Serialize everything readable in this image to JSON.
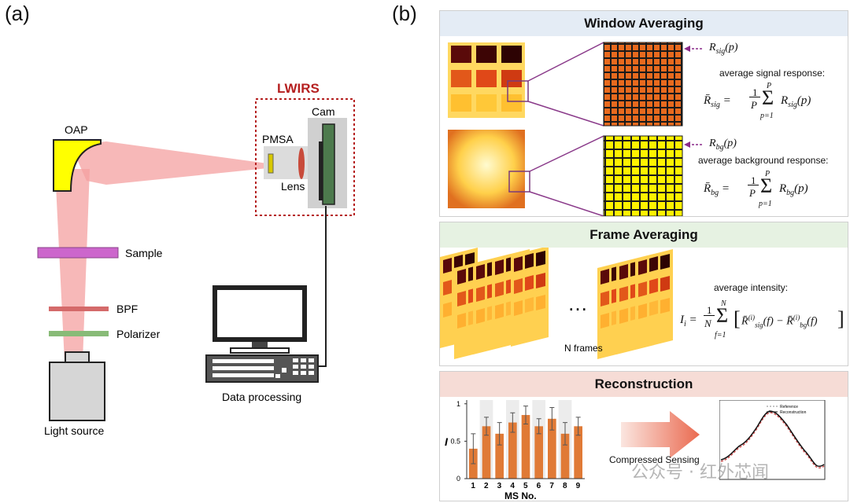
{
  "panel_a": {
    "label": "(a)",
    "lwirs_label": "LWIRS",
    "cam_label": "Cam",
    "pmsa_label": "PMSA",
    "lens_label": "Lens",
    "oap_label": "OAP",
    "sample_label": "Sample",
    "bpf_label": "BPF",
    "polarizer_label": "Polarizer",
    "light_source_label": "Light source",
    "data_processing_label": "Data processing",
    "colors": {
      "lwirs": "#b51f1f",
      "beam": "#f4a0a0",
      "oap": "#ffff00",
      "sample": "#cc66cc",
      "bpf": "#d46a6a",
      "polarizer": "#88bb77",
      "cam": "#4d7a4d"
    }
  },
  "panel_b": {
    "label": "(b)",
    "window_averaging": {
      "title": "Window Averaging",
      "rsig_label": "R_sig(p)",
      "rbg_label": "R_bg(p)",
      "signal_caption": "average signal response:",
      "background_caption": "average background response:"
    },
    "frame_averaging": {
      "title": "Frame Averaging",
      "ellipsis": "…",
      "n_frames_label": "N frames",
      "intensity_caption": "average intensity:"
    },
    "reconstruction": {
      "title": "Reconstruction",
      "arrow_text": "Compressed Sensing",
      "legend_reference": "Reference",
      "legend_reconstruction": "Reconstruction",
      "watermark": "公众号 · 红外芯闻"
    }
  },
  "chart_data": {
    "type": "bar",
    "categories": [
      "1",
      "2",
      "3",
      "4",
      "5",
      "6",
      "7",
      "8",
      "9"
    ],
    "values": [
      0.4,
      0.7,
      0.6,
      0.75,
      0.85,
      0.7,
      0.8,
      0.6,
      0.7
    ],
    "errors": [
      0.2,
      0.12,
      0.15,
      0.13,
      0.12,
      0.1,
      0.15,
      0.15,
      0.12
    ],
    "xlabel": "MS No.",
    "ylabel": "I",
    "ylim": [
      0,
      1.05
    ],
    "yticks": [
      "0",
      "0.5",
      "1"
    ],
    "bar_color": "#e07a36"
  }
}
